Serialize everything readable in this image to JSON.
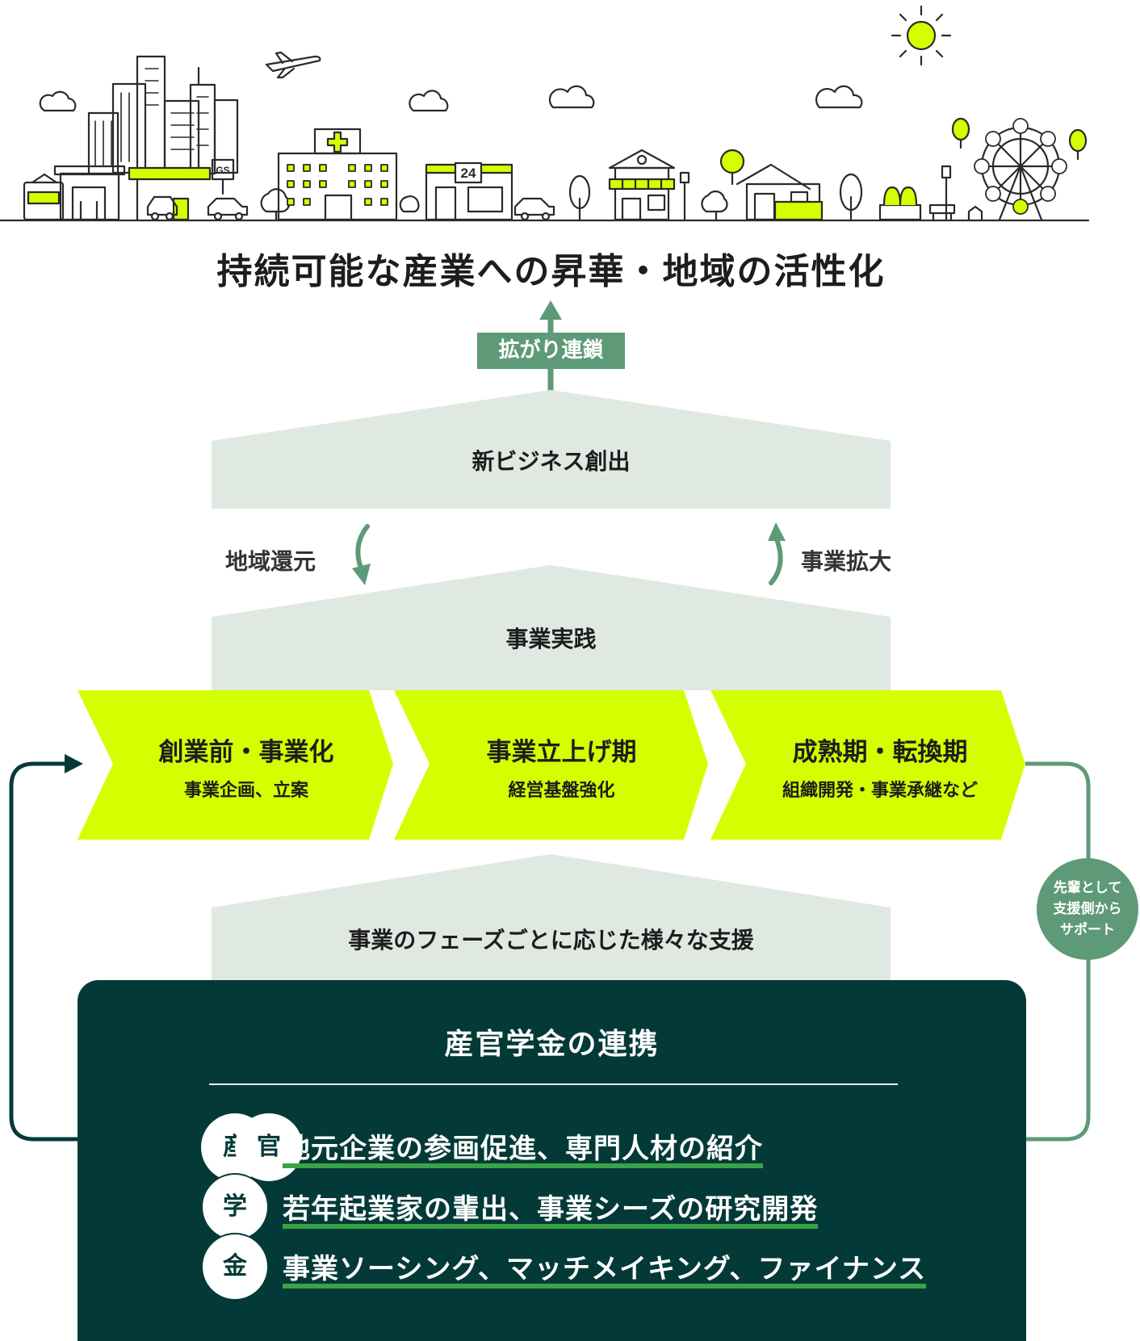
{
  "headline": "持続可能な産業への昇華・地域の活性化",
  "chain_label": "拡がり連鎖",
  "city_signs": {
    "gas_station": "GS",
    "convenience_store": "24"
  },
  "houses": {
    "top": "新ビジネス創出",
    "middle": "事業実践",
    "bottom": "事業のフェーズごとに応じた様々な支援"
  },
  "side_labels": {
    "left": "地域還元",
    "right": "事業拡大"
  },
  "phases": [
    {
      "title": "創業前・事業化",
      "sub": "事業企画、立案"
    },
    {
      "title": "事業立上げ期",
      "sub": "経営基盤強化"
    },
    {
      "title": "成熟期・転換期",
      "sub": "組織開発・事業承継など"
    }
  ],
  "support_badge": [
    "先輩として",
    "支援側から",
    "サポート"
  ],
  "panel": {
    "title": "産官学金の連携",
    "rows": [
      {
        "tags": [
          "産",
          "官"
        ],
        "text": "地元企業の参画促進、専門人材の紹介"
      },
      {
        "tags": [
          "学"
        ],
        "text": "若年起業家の輩出、事業シーズの研究開発"
      },
      {
        "tags": [
          "金"
        ],
        "text": "事業ソーシング、マッチメイキング、ファイナンス"
      }
    ]
  },
  "colors": {
    "lime": "#d4ff00",
    "house": "#dfe9e2",
    "green": "#5e9a77",
    "dark_green": "#033a38",
    "underline": "#3aa346"
  }
}
